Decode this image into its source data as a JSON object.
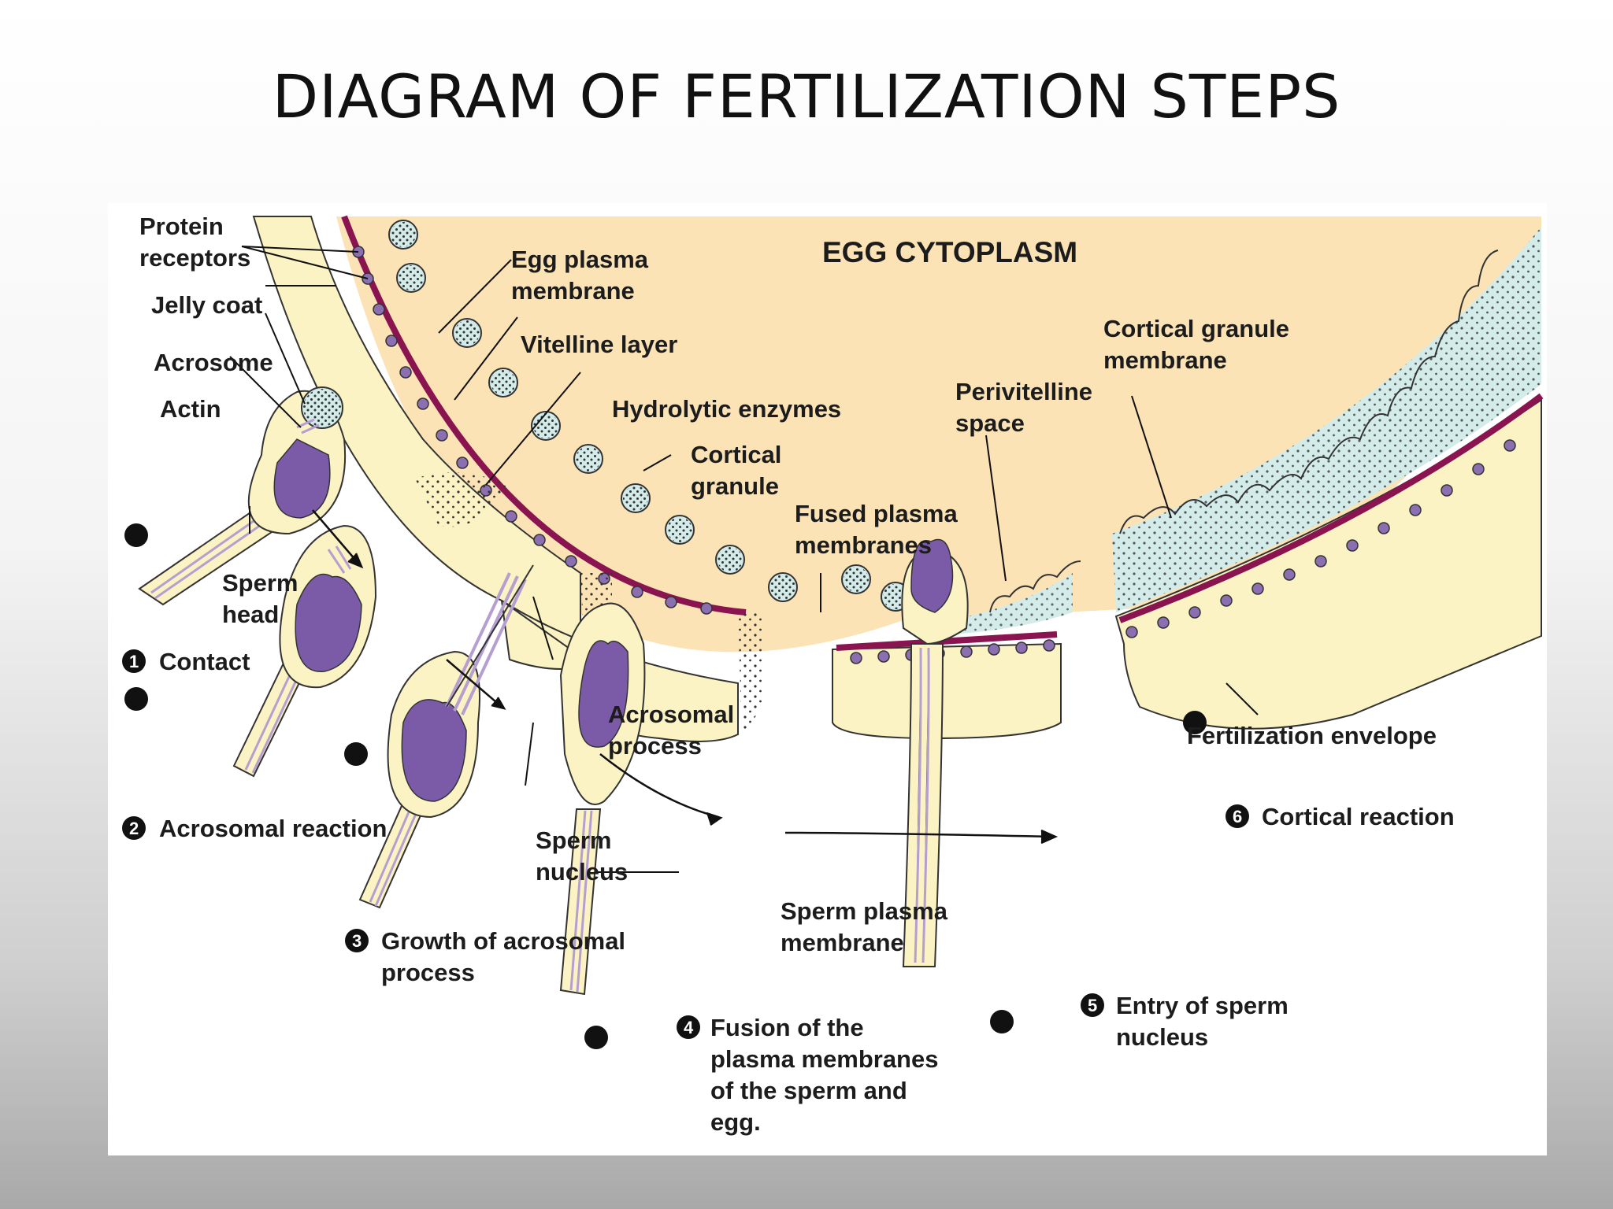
{
  "slide": {
    "title": "DIAGRAM OF FERTILIZATION STEPS"
  },
  "colors": {
    "egg_cytoplasm": "#fbe3b6",
    "jelly_coat": "#fbf3c3",
    "plasma_membrane": "#8a1450",
    "receptor": "#8b6fb0",
    "nucleus": "#7b5ba8",
    "perivitelline": "#d3ecea"
  },
  "icons": [
    "step-number-icon",
    "cortical-granule-icon",
    "arrow-icon"
  ],
  "labels": {
    "egg_cytoplasm": "EGG CYTOPLASM",
    "protein_receptors_1": "Protein",
    "protein_receptors_2": "receptors",
    "jelly_coat": "Jelly coat",
    "acrosome": "Acrosome",
    "actin": "Actin",
    "sperm_head_1": "Sperm",
    "sperm_head_2": "head",
    "egg_plasma_membrane_1": "Egg plasma",
    "egg_plasma_membrane_2": "membrane",
    "vitelline_layer": "Vitelline layer",
    "hydrolytic_enzymes": "Hydrolytic enzymes",
    "cortical_granule_1": "Cortical",
    "cortical_granule_2": "granule",
    "fused_membranes_1": "Fused plasma",
    "fused_membranes_2": "membranes",
    "perivitelline_1": "Perivitelline",
    "perivitelline_2": "space",
    "cortical_granule_membrane_1": "Cortical granule",
    "cortical_granule_membrane_2": "membrane",
    "acrosomal_process_1": "Acrosomal",
    "acrosomal_process_2": "process",
    "sperm_nucleus_1": "Sperm",
    "sperm_nucleus_2": "nucleus",
    "sperm_plasma_membrane_1": "Sperm plasma",
    "sperm_plasma_membrane_2": "membrane",
    "fertilization_envelope": "Fertilization envelope"
  },
  "steps": [
    {
      "number": "1",
      "lines": [
        "Contact"
      ]
    },
    {
      "number": "2",
      "lines": [
        "Acrosomal reaction"
      ]
    },
    {
      "number": "3",
      "lines": [
        "Growth of acrosomal",
        "process"
      ]
    },
    {
      "number": "4",
      "lines": [
        "Fusion of the",
        "plasma membranes",
        "of the sperm and",
        "egg."
      ]
    },
    {
      "number": "5",
      "lines": [
        "Entry of sperm",
        "nucleus"
      ]
    },
    {
      "number": "6",
      "lines": [
        "Cortical reaction"
      ]
    }
  ]
}
